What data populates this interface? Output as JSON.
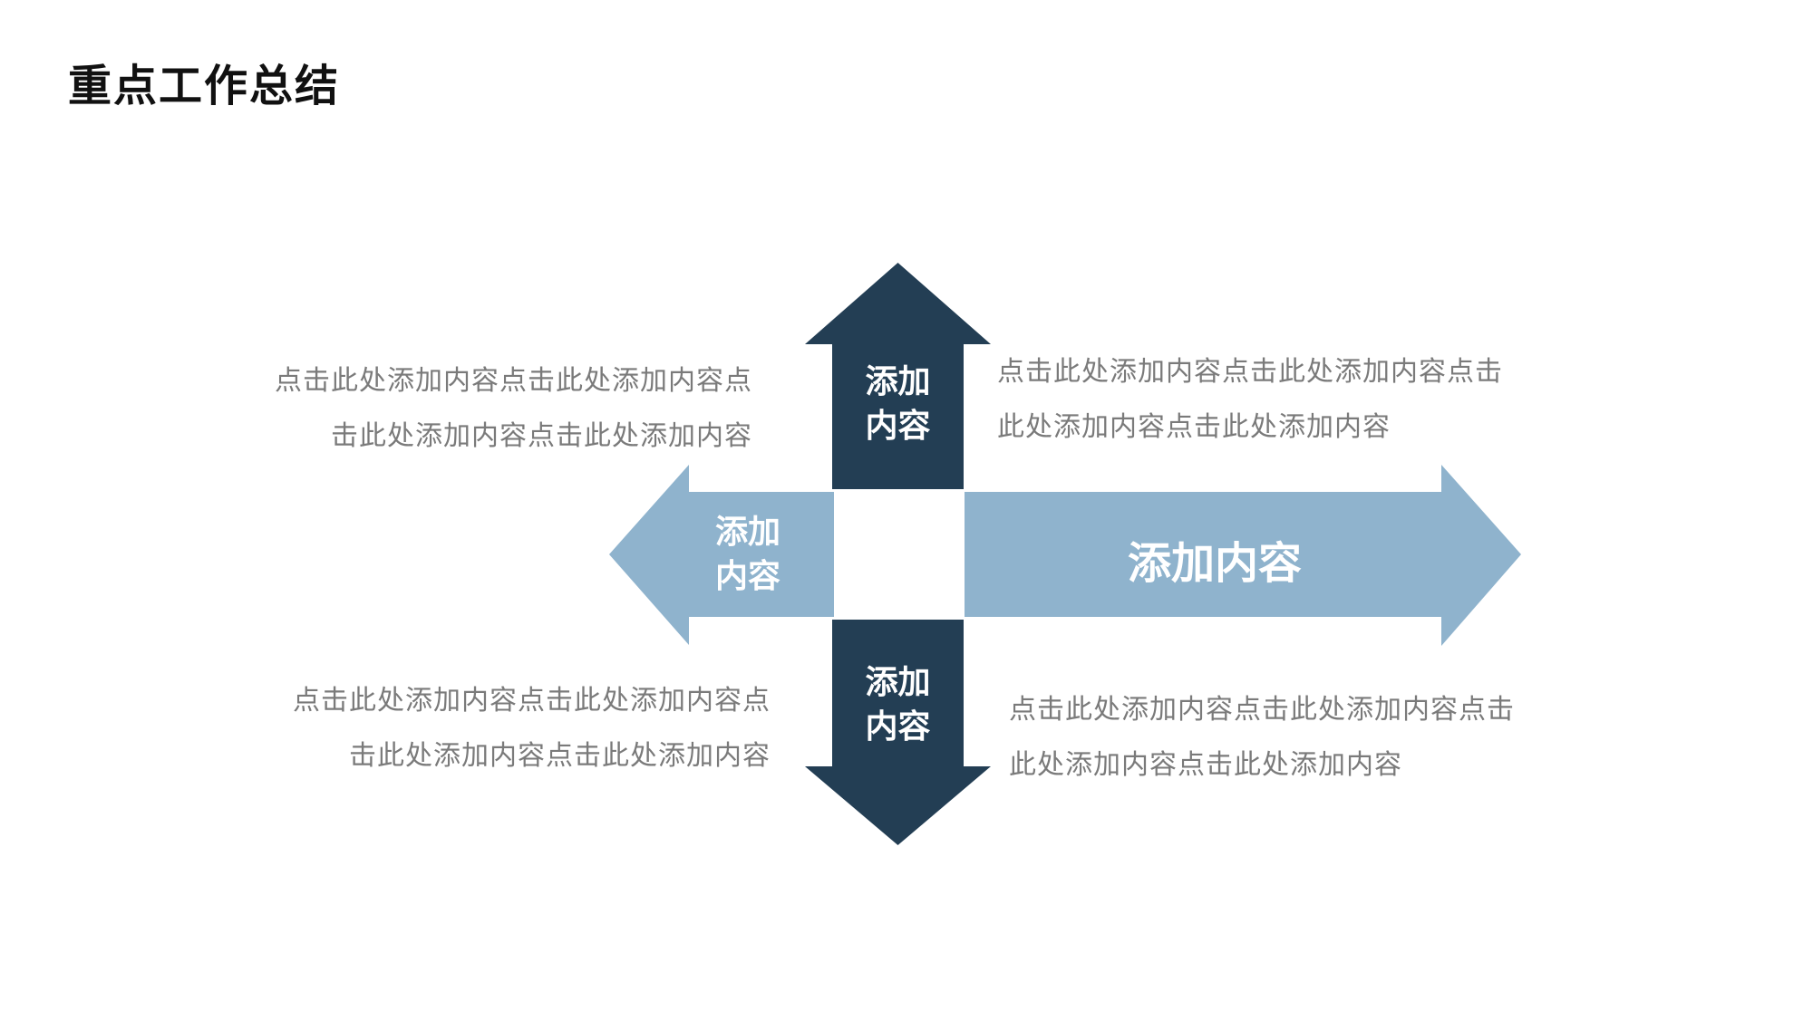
{
  "slide": {
    "title": "重点工作总结"
  },
  "colors": {
    "dark": "#233e54",
    "light": "#8fb3cd",
    "text": "#7a7a7a",
    "title": "#111111"
  },
  "arrows": {
    "up": {
      "line1": "添加",
      "line2": "内容"
    },
    "left": {
      "line1": "添加",
      "line2": "内容"
    },
    "down": {
      "line1": "添加",
      "line2": "内容"
    },
    "right": {
      "label": "添加内容"
    }
  },
  "descriptions": {
    "top_left": {
      "line1": "点击此处添加内容点击此处添加内容点",
      "line2": "击此处添加内容点击此处添加内容"
    },
    "top_right": {
      "line1": "点击此处添加内容点击此处添加内容点击",
      "line2": "此处添加内容点击此处添加内容"
    },
    "bottom_left": {
      "line1": "点击此处添加内容点击此处添加内容点",
      "line2": "击此处添加内容点击此处添加内容"
    },
    "bottom_right": {
      "line1": "点击此处添加内容点击此处添加内容点击",
      "line2": "此处添加内容点击此处添加内容"
    }
  }
}
